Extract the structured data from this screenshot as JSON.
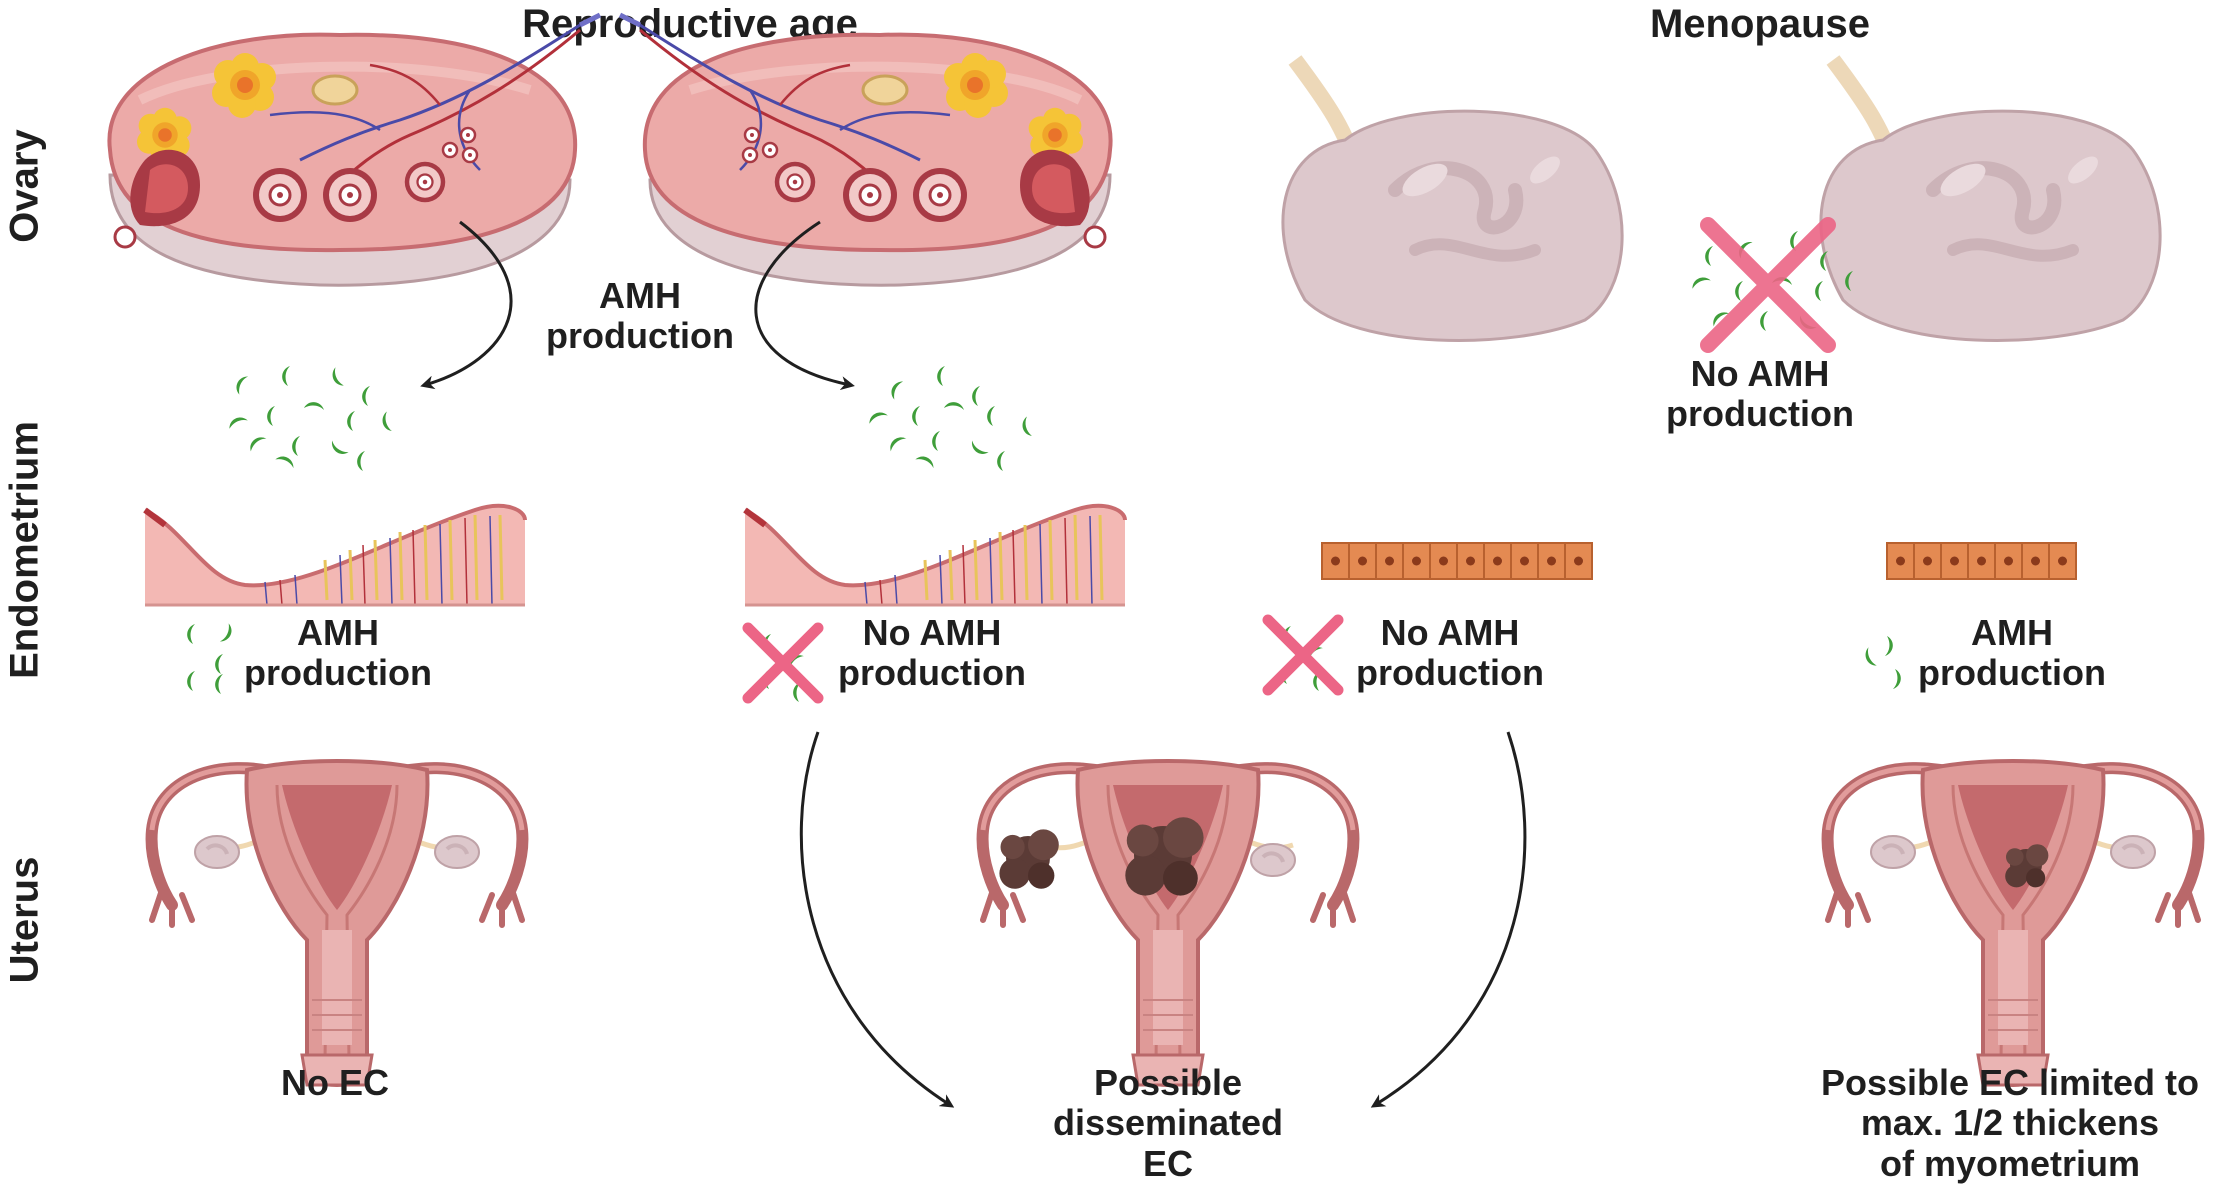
{
  "headers": {
    "reproductive": "Reproductive age",
    "menopause": "Menopause"
  },
  "row_labels": {
    "ovary": "Ovary",
    "endometrium": "Endometrium",
    "uterus": "Uterus"
  },
  "labels": {
    "center_amh": "AMH\nproduction",
    "meno_no_amh": "No AMH\nproduction",
    "endo_1": "AMH\nproduction",
    "endo_2": "No AMH\nproduction",
    "endo_3": "No AMH\nproduction",
    "endo_4": "AMH\nproduction",
    "outcome_1": "No EC",
    "outcome_2": "Possible\ndisseminated\nEC",
    "outcome_4": "Possible EC limited to\nmax. 1/2 thickens\nof myometrium"
  },
  "colors": {
    "ovary_pink": "#ecaaa8",
    "ovary_base": "#e2d0d3",
    "follicle_red": "#a83a45",
    "corpus_yellow": "#f5c437",
    "amh_green": "#3f9e3a",
    "cross_pink": "#ec6586",
    "endo_orange": "#e48a52",
    "tumor_brown": "#5b3b36",
    "uterus_pink": "#df9a98",
    "meno_ovary": "#ddc8cc"
  }
}
